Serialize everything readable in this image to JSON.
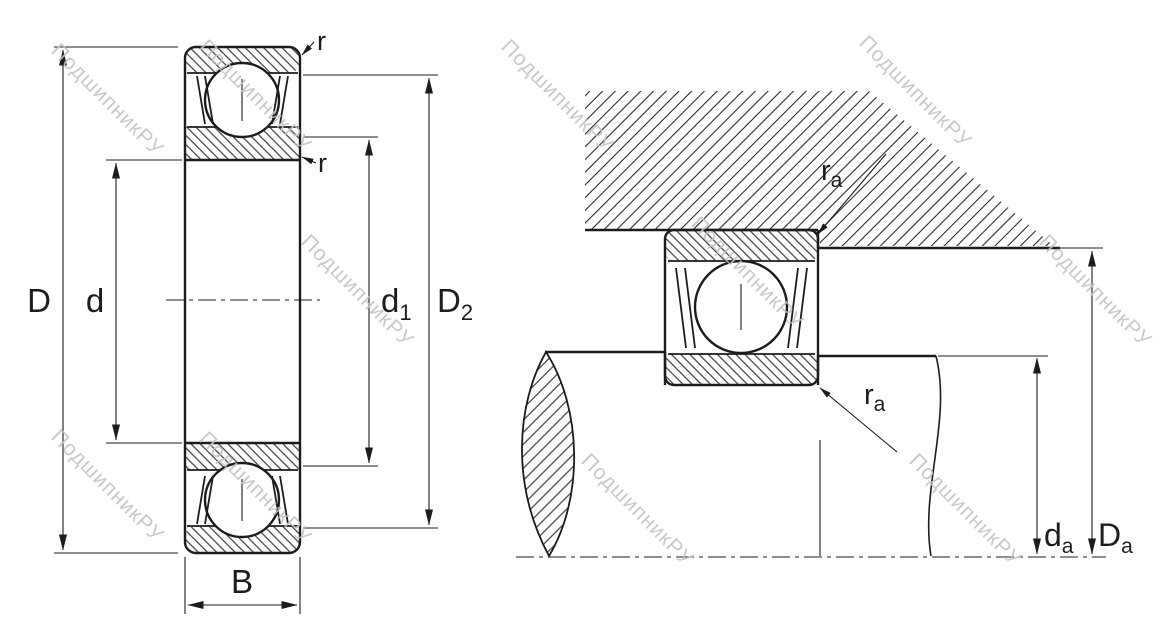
{
  "watermark": "ПодшипникРУ",
  "colors": {
    "background": "#ffffff",
    "line": "#1c1c1c",
    "watermark": "#c2c2c2"
  },
  "left_view": {
    "labels": {
      "D": "D",
      "d": "d",
      "d1": {
        "base": "d",
        "sub": "1"
      },
      "D2": {
        "base": "D",
        "sub": "2"
      },
      "B": "B",
      "r_outer": "r",
      "r_inner": "r"
    }
  },
  "right_view": {
    "labels": {
      "ra_top": {
        "base": "r",
        "sub": "a"
      },
      "ra_bottom": {
        "base": "r",
        "sub": "a"
      },
      "da": {
        "base": "d",
        "sub": "a"
      },
      "Da": {
        "base": "D",
        "sub": "a"
      }
    }
  }
}
